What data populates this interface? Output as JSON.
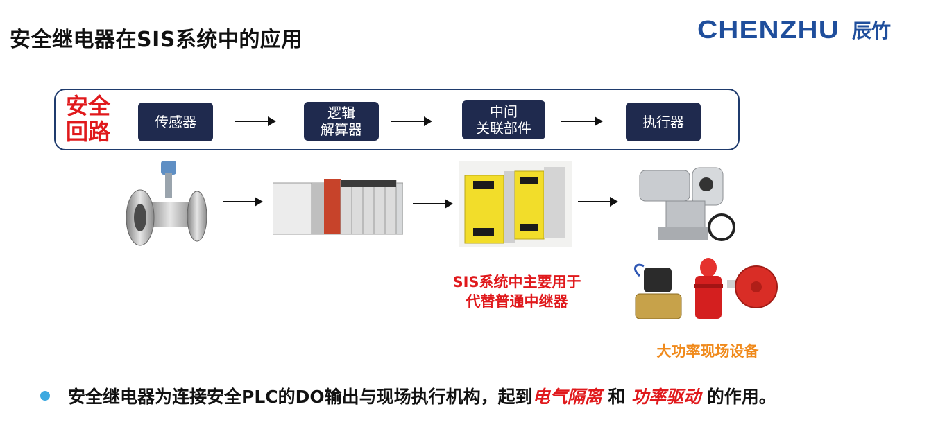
{
  "title": "安全继电器在SIS系统中的应用",
  "logo": {
    "en": "CHENZHU",
    "cn": "辰竹"
  },
  "loop": {
    "label_line1": "安全",
    "label_line2": "回路",
    "steps": [
      {
        "lines": [
          "传感器"
        ]
      },
      {
        "lines": [
          "逻辑",
          "解算器"
        ]
      },
      {
        "lines": [
          "中间",
          "关联部件"
        ]
      },
      {
        "lines": [
          "执行器"
        ]
      }
    ]
  },
  "relay_caption": {
    "line1": "SIS系统中主要用于",
    "line2": "代替普通中继器"
  },
  "field_caption": "大功率现场设备",
  "bullet": {
    "text_before": "安全继电器为连接安全PLC的DO输出与现场执行机构，起到",
    "highlight1": "电气隔离",
    "text_middle": " 和 ",
    "highlight2": "功率驱动",
    "text_after": " 的作用。"
  },
  "colors": {
    "brand": "#1f4e9c",
    "step_bg": "#1f2a4e",
    "red": "#e0191c",
    "orange": "#f08a1c",
    "bullet": "#3da9e0"
  },
  "icons": [
    "flow-sensor-image",
    "plc-rack-image",
    "safety-relay-image",
    "actuator-image",
    "solenoid-valve-image",
    "beacon-image",
    "alarm-bell-image"
  ]
}
